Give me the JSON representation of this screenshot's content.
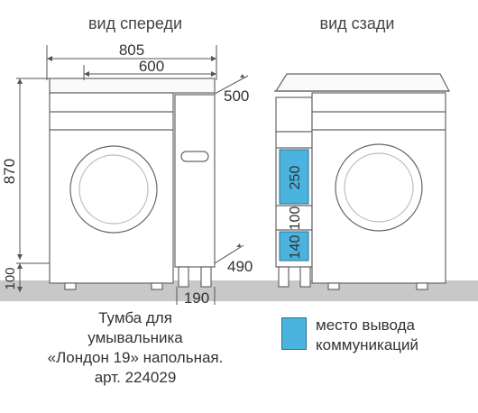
{
  "views": {
    "front_label": "вид спереди",
    "back_label": "вид сзади"
  },
  "dimensions": {
    "total_width": "805",
    "sink_width": "600",
    "depth_top": "500",
    "height": "870",
    "plinth_height": "100",
    "depth_bottom": "490",
    "cabinet_width": "190",
    "shelf_upper": "250",
    "shelf_middle": "100",
    "shelf_lower": "140"
  },
  "caption": {
    "line1": "Тумба для",
    "line2": "умывальника",
    "line3": "«Лондон 19» напольная.",
    "line4": "арт. 224029"
  },
  "legend": {
    "line1": "место вывода",
    "line2": "коммуникаций",
    "color": "#4ab3de"
  },
  "colors": {
    "line": "#555555",
    "floor": "#c8c8c8",
    "highlight": "#4ab3de"
  }
}
